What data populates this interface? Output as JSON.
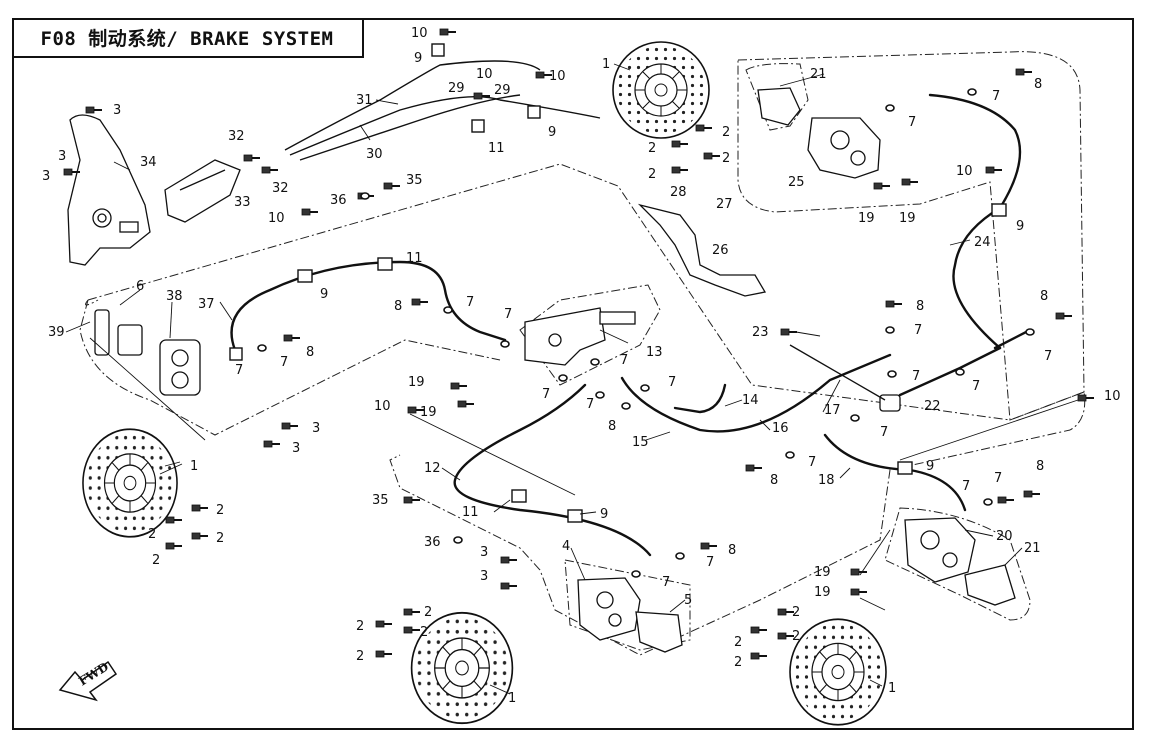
{
  "title": "F08 制动系统/ BRAKE SYSTEM",
  "direction_label": "FWD",
  "callouts": [
    {
      "id": "c10a",
      "text": "10"
    },
    {
      "id": "c9a",
      "text": "9"
    },
    {
      "id": "c29a",
      "text": "29"
    },
    {
      "id": "c10b",
      "text": "10"
    },
    {
      "id": "c29b",
      "text": "29"
    },
    {
      "id": "c10c",
      "text": "10"
    },
    {
      "id": "c31",
      "text": "31"
    },
    {
      "id": "c30",
      "text": "30"
    },
    {
      "id": "c11a",
      "text": "11"
    },
    {
      "id": "c9b",
      "text": "9"
    },
    {
      "id": "c1a",
      "text": "1"
    },
    {
      "id": "c2a",
      "text": "2"
    },
    {
      "id": "c2b",
      "text": "2"
    },
    {
      "id": "c2c",
      "text": "2"
    },
    {
      "id": "c2d",
      "text": "2"
    },
    {
      "id": "c21a",
      "text": "21"
    },
    {
      "id": "c7a",
      "text": "7"
    },
    {
      "id": "c7b",
      "text": "7"
    },
    {
      "id": "c8a",
      "text": "8"
    },
    {
      "id": "c25",
      "text": "25"
    },
    {
      "id": "c19a",
      "text": "19"
    },
    {
      "id": "c19b",
      "text": "19"
    },
    {
      "id": "c10d",
      "text": "10"
    },
    {
      "id": "c9c",
      "text": "9"
    },
    {
      "id": "c24",
      "text": "24"
    },
    {
      "id": "c3a",
      "text": "3"
    },
    {
      "id": "c3b",
      "text": "3"
    },
    {
      "id": "c3c",
      "text": "3"
    },
    {
      "id": "c34",
      "text": "34"
    },
    {
      "id": "c32a",
      "text": "32"
    },
    {
      "id": "c32b",
      "text": "32"
    },
    {
      "id": "c33",
      "text": "33"
    },
    {
      "id": "c36a",
      "text": "36"
    },
    {
      "id": "c35a",
      "text": "35"
    },
    {
      "id": "c10e",
      "text": "10"
    },
    {
      "id": "c11b",
      "text": "11"
    },
    {
      "id": "c9d",
      "text": "9"
    },
    {
      "id": "c28",
      "text": "28"
    },
    {
      "id": "c27",
      "text": "27"
    },
    {
      "id": "c26",
      "text": "26"
    },
    {
      "id": "c6",
      "text": "6"
    },
    {
      "id": "c38",
      "text": "38"
    },
    {
      "id": "c39",
      "text": "39"
    },
    {
      "id": "c37",
      "text": "37"
    },
    {
      "id": "c7c",
      "text": "7"
    },
    {
      "id": "c8b",
      "text": "8"
    },
    {
      "id": "c7d",
      "text": "7"
    },
    {
      "id": "c8c",
      "text": "8"
    },
    {
      "id": "c7e",
      "text": "7"
    },
    {
      "id": "c7f",
      "text": "7"
    },
    {
      "id": "c13",
      "text": "13"
    },
    {
      "id": "c23",
      "text": "23"
    },
    {
      "id": "c8d",
      "text": "8"
    },
    {
      "id": "c7g",
      "text": "7"
    },
    {
      "id": "c8e",
      "text": "8"
    },
    {
      "id": "c7h",
      "text": "7"
    },
    {
      "id": "c7i",
      "text": "7"
    },
    {
      "id": "c19c",
      "text": "19"
    },
    {
      "id": "c19d",
      "text": "19"
    },
    {
      "id": "c10f",
      "text": "10"
    },
    {
      "id": "c3d",
      "text": "3"
    },
    {
      "id": "c3e",
      "text": "3"
    },
    {
      "id": "c7j",
      "text": "7"
    },
    {
      "id": "c7k",
      "text": "7"
    },
    {
      "id": "c7l",
      "text": "7"
    },
    {
      "id": "c7m",
      "text": "7"
    },
    {
      "id": "c8f",
      "text": "8"
    },
    {
      "id": "c14",
      "text": "14"
    },
    {
      "id": "c17",
      "text": "17"
    },
    {
      "id": "c22",
      "text": "22"
    },
    {
      "id": "c7n",
      "text": "7"
    },
    {
      "id": "c7o",
      "text": "7"
    },
    {
      "id": "c10g",
      "text": "10"
    },
    {
      "id": "c16",
      "text": "16"
    },
    {
      "id": "c15",
      "text": "15"
    },
    {
      "id": "c7p",
      "text": "7"
    },
    {
      "id": "c8g",
      "text": "8"
    },
    {
      "id": "c9e",
      "text": "9"
    },
    {
      "id": "c18",
      "text": "18"
    },
    {
      "id": "c7q",
      "text": "7"
    },
    {
      "id": "c8h",
      "text": "8"
    },
    {
      "id": "c7r",
      "text": "7"
    },
    {
      "id": "c12",
      "text": "12"
    },
    {
      "id": "c1b",
      "text": "1"
    },
    {
      "id": "c2e",
      "text": "2"
    },
    {
      "id": "c2f",
      "text": "2"
    },
    {
      "id": "c2g",
      "text": "2"
    },
    {
      "id": "c2h",
      "text": "2"
    },
    {
      "id": "c35b",
      "text": "35"
    },
    {
      "id": "c11c",
      "text": "11"
    },
    {
      "id": "c9f",
      "text": "9"
    },
    {
      "id": "c36b",
      "text": "36"
    },
    {
      "id": "c4",
      "text": "4"
    },
    {
      "id": "c3f",
      "text": "3"
    },
    {
      "id": "c3g",
      "text": "3"
    },
    {
      "id": "c7s",
      "text": "7"
    },
    {
      "id": "c7t",
      "text": "7"
    },
    {
      "id": "c8i",
      "text": "8"
    },
    {
      "id": "c5",
      "text": "5"
    },
    {
      "id": "c20",
      "text": "20"
    },
    {
      "id": "c21b",
      "text": "21"
    },
    {
      "id": "c19e",
      "text": "19"
    },
    {
      "id": "c19f",
      "text": "19"
    },
    {
      "id": "c2i",
      "text": "2"
    },
    {
      "id": "c2j",
      "text": "2"
    },
    {
      "id": "c2k",
      "text": "2"
    },
    {
      "id": "c2l",
      "text": "2"
    },
    {
      "id": "c2m",
      "text": "2"
    },
    {
      "id": "c2n",
      "text": "2"
    },
    {
      "id": "c2o",
      "text": "2"
    },
    {
      "id": "c2p",
      "text": "2"
    },
    {
      "id": "c1c",
      "text": "1"
    },
    {
      "id": "c1d",
      "text": "1"
    }
  ]
}
